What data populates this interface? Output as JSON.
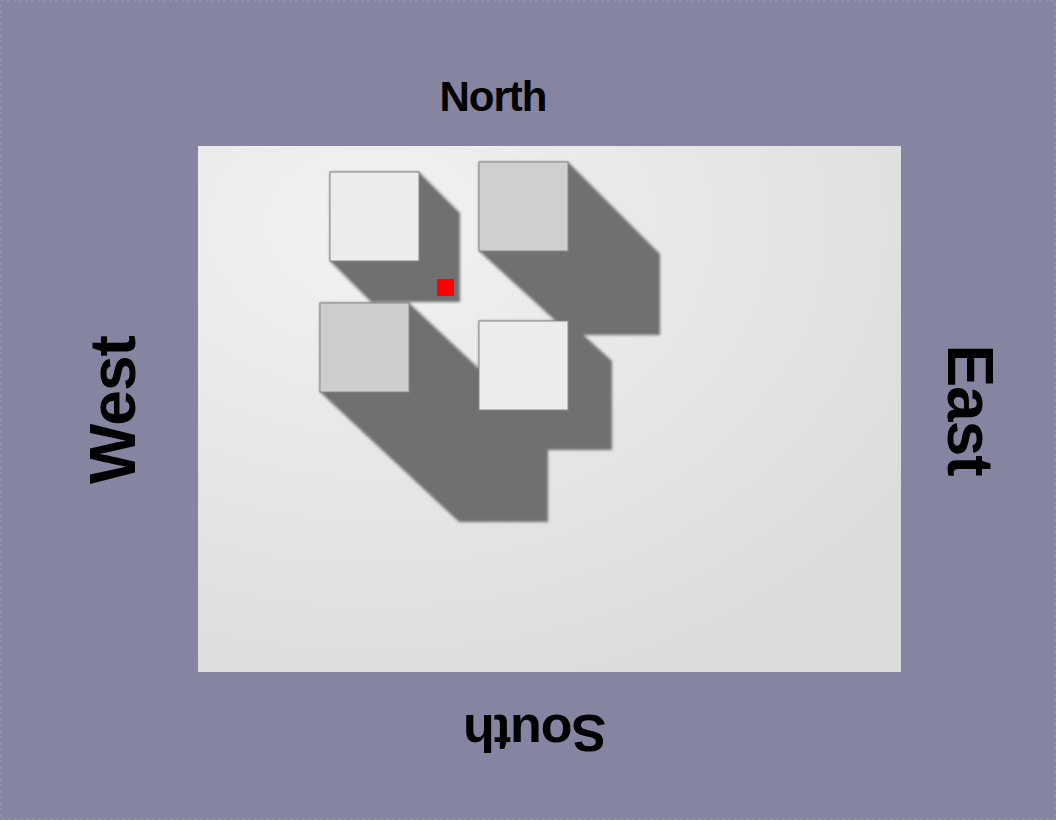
{
  "diagram": {
    "labels": [
      "North",
      "West",
      "East",
      "South"
    ]
  }
}
